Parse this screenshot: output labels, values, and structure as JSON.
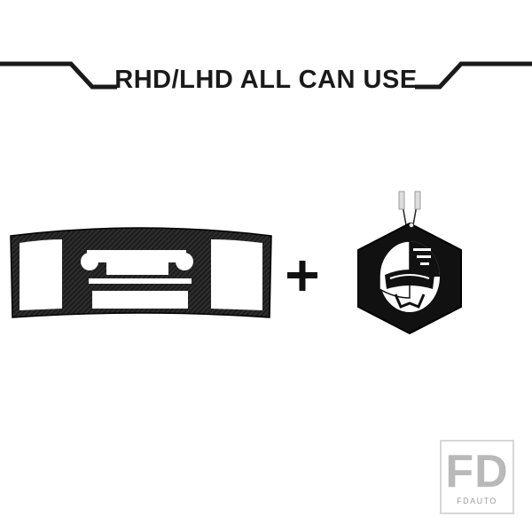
{
  "banner": {
    "title": "RHD/LHD ALL CAN USE"
  },
  "products": {
    "trim_panel_icon": "carbon-fiber-center-console-trim-icon",
    "plus_icon": "plus-icon",
    "air_freshener_icon": "hexagon-air-freshener-icon"
  },
  "watermark": {
    "letters": "FD",
    "subtext": "FDAUTO"
  },
  "colors": {
    "text": "#1a1a1a",
    "carbon": "#111111",
    "watermark": "#b9b9b9"
  }
}
